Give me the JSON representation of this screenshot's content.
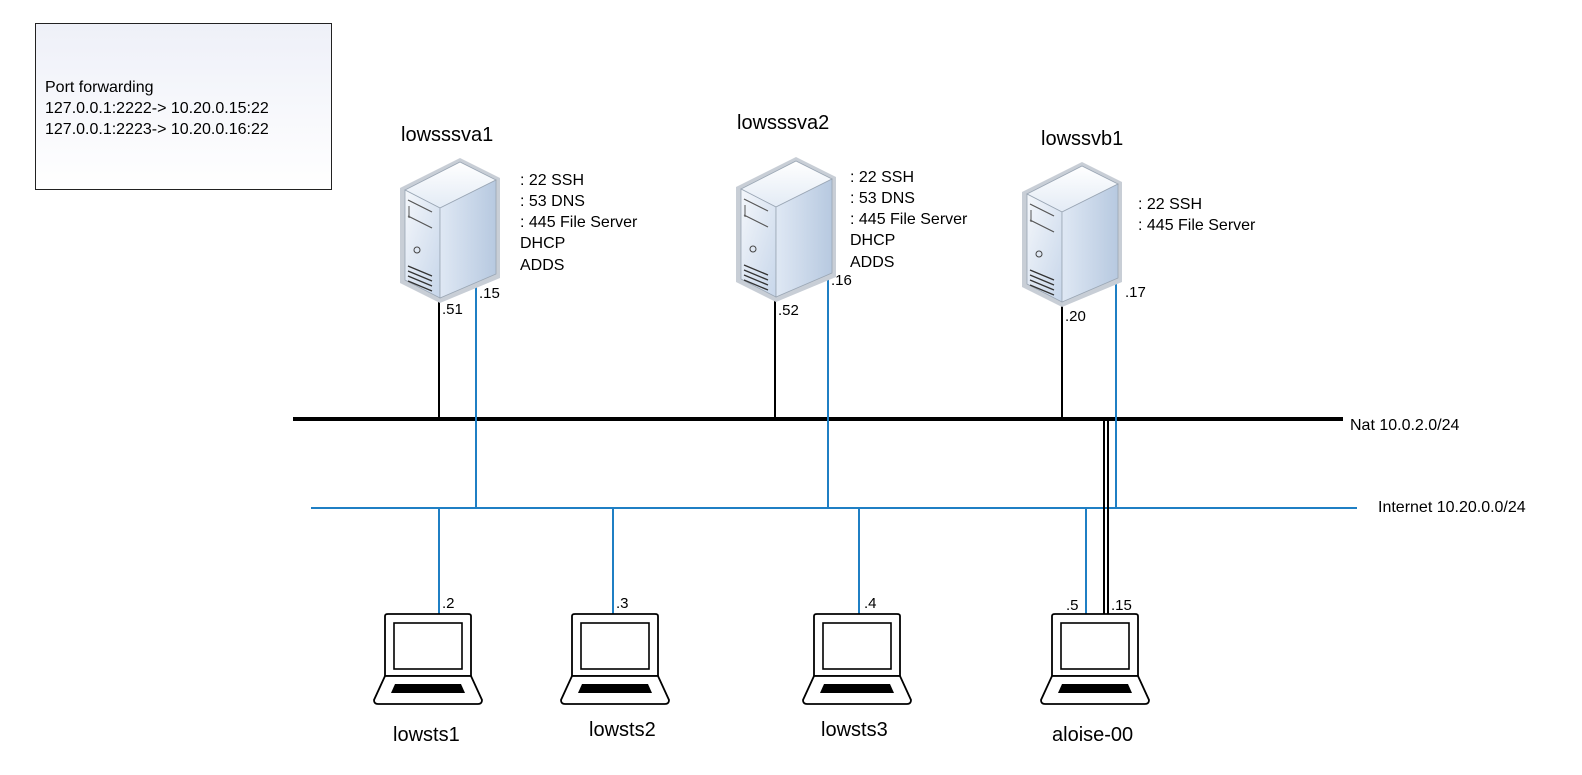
{
  "port_forwarding": {
    "title": "Port forwarding",
    "rules": [
      "127.0.0.1:2222-> 10.20.0.15:22",
      "127.0.0.1:2223-> 10.20.0.16:22"
    ]
  },
  "networks": {
    "nat": "Nat 10.0.2.0/24",
    "internet": "Internet 10.20.0.0/24"
  },
  "servers": [
    {
      "name": "lowsssva1",
      "services": [
        ": 22 SSH",
        ": 53 DNS",
        ": 445  File Server",
        "DHCP",
        "ADDS"
      ],
      "nat_ip": ".51",
      "internet_ip": ".15"
    },
    {
      "name": "lowsssva2",
      "services": [
        ": 22 SSH",
        ": 53 DNS",
        ": 445  File Server",
        "DHCP",
        "ADDS"
      ],
      "nat_ip": ".52",
      "internet_ip": ".16"
    },
    {
      "name": "lowssvb1",
      "services": [
        ": 22 SSH",
        ": 445  File Server"
      ],
      "nat_ip": ".20",
      "internet_ip": ".17"
    }
  ],
  "clients": [
    {
      "name": "lowsts1",
      "ip": ".2"
    },
    {
      "name": "lowsts2",
      "ip": ".3"
    },
    {
      "name": "lowsts3",
      "ip": ".4"
    },
    {
      "name": "aloise-00",
      "ip": ".5",
      "nat_ip": ".15"
    }
  ],
  "colors": {
    "nat_line": "#000000",
    "internet_line": "#1f7fc4"
  }
}
